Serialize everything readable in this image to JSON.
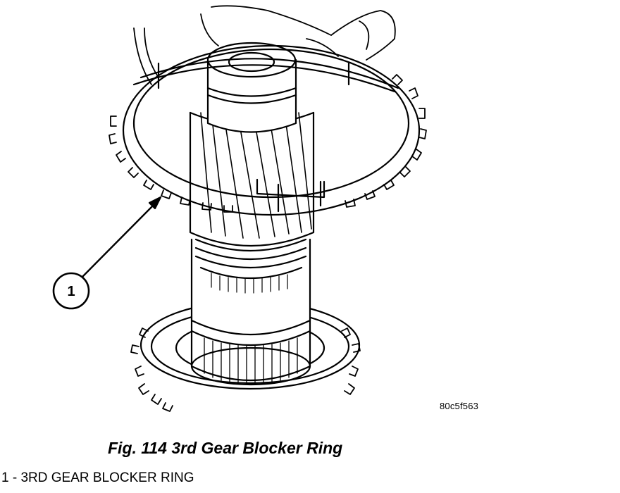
{
  "figure": {
    "callout_number": "1",
    "image_code": "80c5f563",
    "caption": "Fig. 114 3rd Gear Blocker Ring"
  },
  "legend": [
    {
      "number": "1",
      "separator": " - ",
      "text": "3RD GEAR BLOCKER RING"
    }
  ]
}
